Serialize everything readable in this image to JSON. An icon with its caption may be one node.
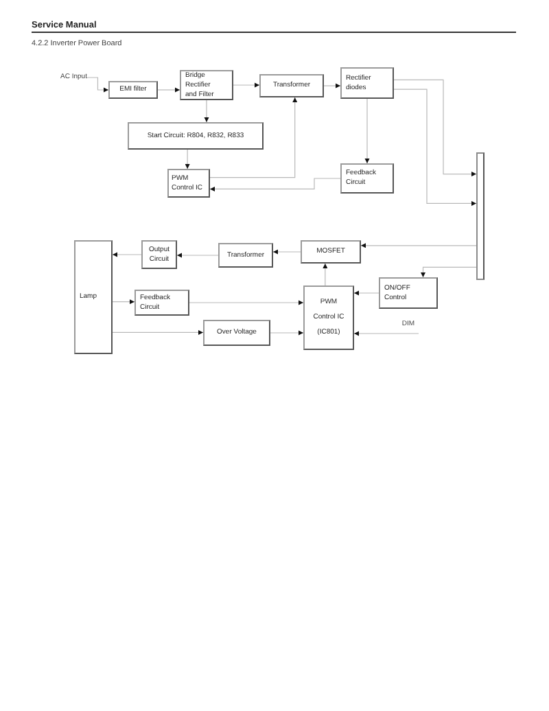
{
  "diagram": {
    "title": "4.2.2 Inverter Power Board",
    "nodes": [
      {
        "text": [
          "AC Input"
        ]
      },
      {
        "text": [
          "EMI filter"
        ]
      },
      {
        "text": [
          "Bridge Rectifier and Filter"
        ]
      },
      {
        "text": [
          "Transformer"
        ]
      },
      {
        "text": [
          "Rectifier diodes"
        ]
      },
      {
        "text": [
          "Start Circuit: R804, R832, R833"
        ]
      },
      {
        "text": [],
        "shape": "bar"
      },
      {
        "text": [
          "PWM Control IC"
        ]
      },
      {
        "text": [
          "Feedback Circuit"
        ]
      },
      {
        "text": [
          "Lamp"
        ]
      },
      {
        "text": [
          "Output Circuit"
        ]
      },
      {
        "text": [
          "Transformer"
        ]
      },
      {
        "text": [
          "MOSFET"
        ]
      },
      {
        "text": [
          "Feedback Circuit"
        ]
      },
      {
        "text": [
          "PWM Control IC (IC801)"
        ]
      },
      {
        "text": [
          "ON/OFF Control"
        ]
      },
      {
        "text": [
          "Over Voltage"
        ]
      },
      {
        "text": [
          "DIM"
        ]
      }
    ],
    "edges": [
      {
        "from": 0,
        "to": 1,
        "arrow": "to"
      },
      {
        "from": 1,
        "to": 2,
        "arrow": "to"
      },
      {
        "from": 2,
        "to": 3,
        "arrow": "to"
      },
      {
        "from": 3,
        "to": 4,
        "arrow": "to"
      },
      {
        "from": 2,
        "to": 5,
        "arrow": "to"
      },
      {
        "from": 5,
        "to": 7,
        "arrow": "to"
      },
      {
        "from": 7,
        "to": 3,
        "arrow": "to"
      },
      {
        "from": 4,
        "to": 8,
        "arrow": "to"
      },
      {
        "from": 8,
        "to": 7,
        "arrow": "to"
      },
      {
        "from": 4,
        "to": 6,
        "arrow": "to"
      },
      {
        "from": 4,
        "to": 6,
        "arrow": "to"
      },
      {
        "from": 6,
        "to": 12,
        "arrow": "to"
      },
      {
        "from": 12,
        "to": 11,
        "arrow": "to"
      },
      {
        "from": 11,
        "to": 10,
        "arrow": "to"
      },
      {
        "from": 10,
        "to": 9,
        "arrow": "to"
      },
      {
        "from": 14,
        "to": 12,
        "arrow": "to"
      },
      {
        "from": 9,
        "to": 13,
        "arrow": "to"
      },
      {
        "from": 13,
        "to": 14,
        "arrow": "to"
      },
      {
        "from": 9,
        "to": 16,
        "arrow": "to"
      },
      {
        "from": 16,
        "to": 14,
        "arrow": "to"
      },
      {
        "from": 6,
        "to": 15,
        "arrow": "to"
      },
      {
        "from": 15,
        "to": 14,
        "arrow": "to"
      },
      {
        "from": 17,
        "to": 14,
        "arrow": "to"
      }
    ],
    "labels": [
      "Service Manual"
    ]
  }
}
